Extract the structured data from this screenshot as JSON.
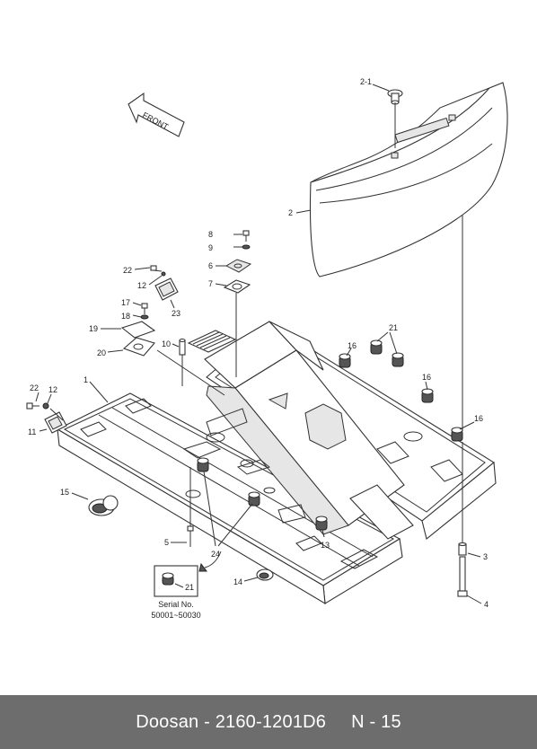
{
  "direction_label": "FRONT",
  "callouts": [
    "2-1",
    "2",
    "8",
    "9",
    "6",
    "7",
    "22",
    "12",
    "23",
    "17",
    "18",
    "19",
    "20",
    "10",
    "21",
    "16",
    "16",
    "16",
    "16",
    "22",
    "12",
    "1",
    "11",
    "15",
    "5",
    "24",
    "21",
    "14",
    "13",
    "3",
    "4"
  ],
  "serial_note": {
    "title": "Serial No.",
    "range": "50001~50030"
  },
  "footer": {
    "brand_part": "Doosan - 2160-1201D6",
    "page": "N - 15"
  }
}
